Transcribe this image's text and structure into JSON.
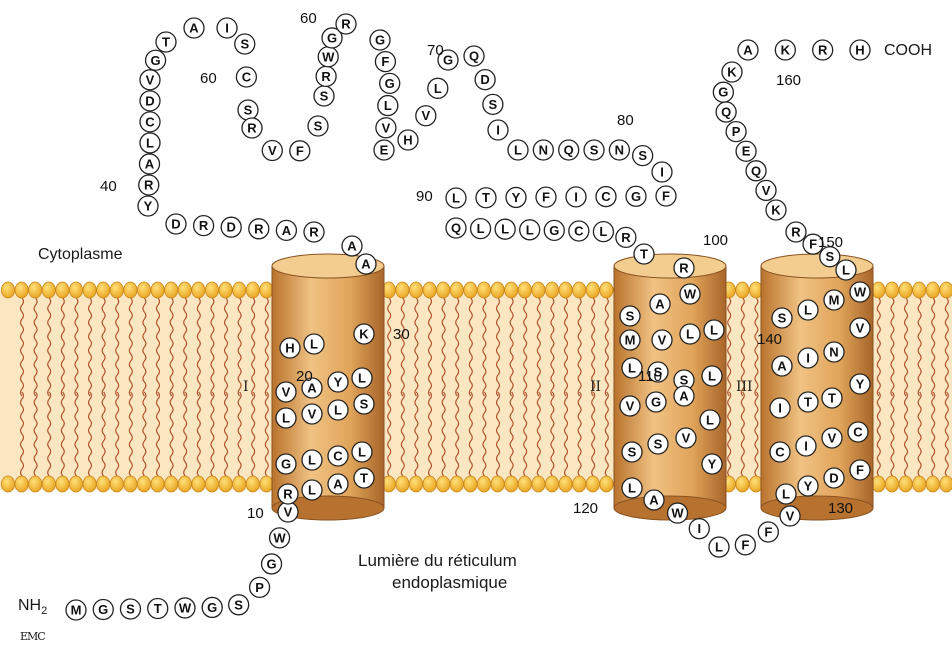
{
  "labels": {
    "cytoplasm": "Cytoplasme",
    "lumen_line1": "Lumière du réticulum",
    "lumen_line2": "endoplasmique",
    "nh2": "NH",
    "nh2_sub": "2",
    "cooh": "COOH",
    "logo": "EMC"
  },
  "position_numbers": {
    "n10": "10",
    "n20": "20",
    "n30": "30",
    "n40": "40",
    "n60a": "60",
    "n60b": "60",
    "n70": "70",
    "n80": "80",
    "n90": "90",
    "n100": "100",
    "n110": "110",
    "n120": "120",
    "n130": "130",
    "n140": "140",
    "n150": "150",
    "n160": "160"
  },
  "helices": {
    "h1": "I",
    "h2": "II",
    "h3": "III"
  },
  "colors": {
    "membrane_head": "#f2b52a",
    "membrane_head_edge": "#c9861a",
    "membrane_band": "#fbe6c2",
    "lipid_tail": "#b0552e",
    "helix_fill": "#e3aa5f",
    "helix_dark": "#b9732d",
    "residue_stroke": "#222222"
  },
  "sequence": {
    "n_tail": [
      "M",
      "G",
      "S",
      "T",
      "W",
      "G",
      "S",
      "P",
      "G",
      "W",
      "V"
    ],
    "helix1": [
      "R",
      "L",
      "A",
      "T",
      "L",
      "C",
      "L",
      "G",
      "L",
      "V",
      "L",
      "S",
      "L",
      "Y",
      "A",
      "V",
      "H",
      "L",
      "K"
    ],
    "loop1": [
      "A",
      "A",
      "R",
      "A",
      "R",
      "D",
      "R",
      "D",
      "Y",
      "R",
      "A",
      "L",
      "C",
      "D",
      "V",
      "G",
      "T",
      "A",
      "I",
      "S",
      "C",
      "S",
      "R",
      "V",
      "F",
      "S",
      "S",
      "R",
      "W",
      "G",
      "R",
      "G",
      "F",
      "G",
      "L",
      "V",
      "E",
      "H",
      "V",
      "L",
      "G",
      "Q",
      "D",
      "S",
      "I",
      "L",
      "N",
      "Q",
      "S",
      "N",
      "S",
      "I",
      "F",
      "G",
      "C",
      "I",
      "F",
      "Y",
      "T",
      "L",
      "Q",
      "L",
      "L",
      "L",
      "G",
      "C",
      "L",
      "R",
      "T"
    ],
    "helix2": [
      "R",
      "W",
      "A",
      "S",
      "V",
      "L",
      "L",
      "M",
      "L",
      "S",
      "S",
      "L",
      "V",
      "G",
      "A",
      "L",
      "S",
      "S",
      "V",
      "Y",
      "L"
    ],
    "loop2": [
      "A",
      "W",
      "I",
      "L",
      "F",
      "F",
      "V"
    ],
    "helix3": [
      "L",
      "Y",
      "D",
      "F",
      "C",
      "I",
      "V",
      "C",
      "I",
      "T",
      "T",
      "Y",
      "A",
      "I",
      "N",
      "V",
      "S",
      "L",
      "M",
      "W"
    ],
    "c_tail": [
      "L",
      "S",
      "F",
      "R",
      "K",
      "V",
      "Q",
      "E",
      "P",
      "Q",
      "G",
      "K",
      "A",
      "K",
      "R",
      "H"
    ]
  }
}
